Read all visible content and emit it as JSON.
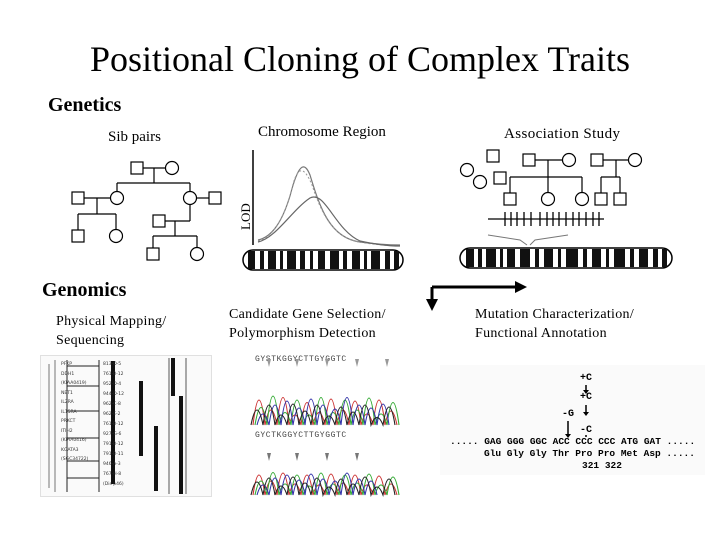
{
  "slide": {
    "title": "Positional Cloning of Complex Traits",
    "genetics_heading": "Genetics",
    "genomics_heading": "Genomics",
    "sib_pairs_label": "Sib pairs",
    "chromosome_region_label": "Chromosome Region",
    "lod_label": "LOD",
    "association_label": "Association Study",
    "mapping_label": [
      "Physical Mapping/",
      "Sequencing"
    ],
    "candidate_label": [
      "Candidate Gene Selection/",
      "Polymorphism Detection"
    ],
    "mutation_label": [
      "Mutation Characterization/",
      "Functional Annotation"
    ]
  },
  "physical_map": {
    "genes": [
      "PFKP",
      "DDH1",
      "(KIAA0419)",
      "NET1",
      "IL2RA",
      "IL15RA",
      "PRKCT",
      "ITIH2",
      "(KIAA0416)",
      "KGATA3",
      "(SGC34722)"
    ],
    "markers": [
      "813-D-5",
      "761-B-12",
      "952-D-4",
      "944-D-12",
      "962-C-8",
      "962-E-2",
      "761-B-12",
      "927-G-6",
      "791-B-12",
      "791-B-11",
      "946-A-3",
      "767-H-8",
      "(Dis p46)"
    ]
  },
  "sequence": {
    "top_track": "GYSTKGGYCTTGYGGTC",
    "bottom_track": "GYCTKGGYCTTGYGGTC"
  },
  "mutation": {
    "marks": [
      "+C",
      "+C",
      "-G",
      "-C"
    ],
    "dna_line": "..... GAG GGG GGC ACC CCC CCC ATG GAT .....",
    "protein_line": "Glu Gly Gly Thr Pro Pro Met Asp .....",
    "codon_numbers": [
      "321",
      "322"
    ]
  }
}
